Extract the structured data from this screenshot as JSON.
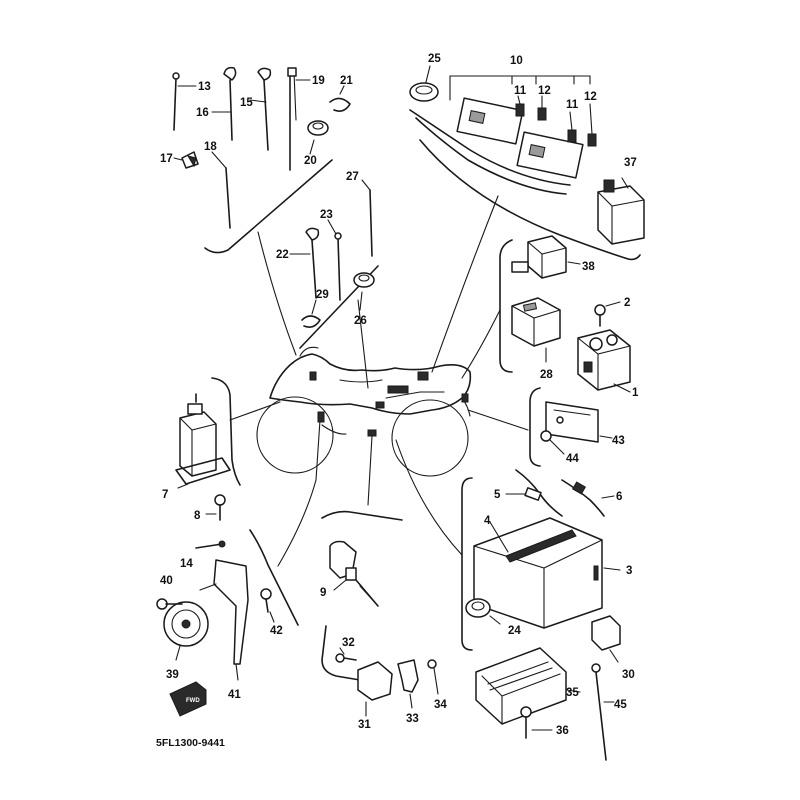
{
  "diagram_code": "5FL1300-9441",
  "forward_arrow_label": "FWD",
  "callouts": [
    "1",
    "2",
    "3",
    "4",
    "5",
    "6",
    "7",
    "8",
    "9",
    "10",
    "11",
    "11",
    "12",
    "12",
    "13",
    "14",
    "15",
    "16",
    "17",
    "18",
    "19",
    "20",
    "21",
    "22",
    "23",
    "24",
    "25",
    "26",
    "27",
    "28",
    "29",
    "30",
    "31",
    "32",
    "33",
    "34",
    "35",
    "36",
    "37",
    "38",
    "39",
    "40",
    "41",
    "42",
    "43",
    "44",
    "45"
  ]
}
